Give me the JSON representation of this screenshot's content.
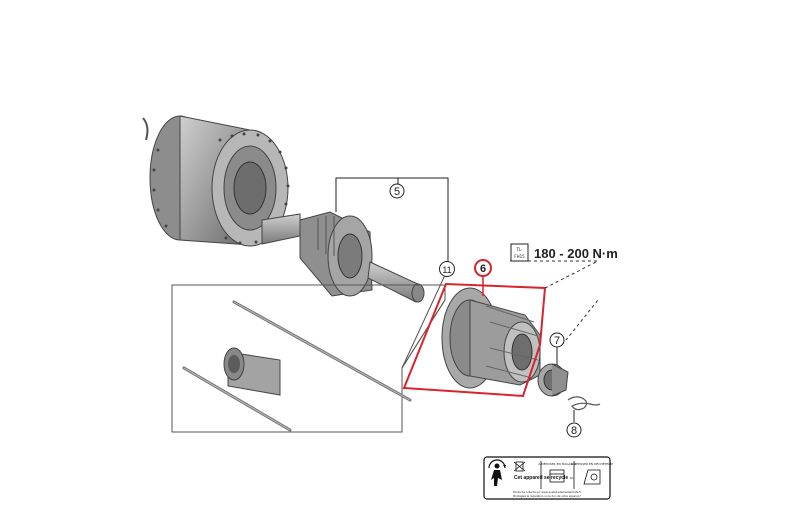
{
  "callouts": [
    {
      "id": "5",
      "label": "5"
    },
    {
      "id": "6",
      "label": "6",
      "highlight": true
    },
    {
      "id": "7",
      "label": "7"
    },
    {
      "id": "8",
      "label": "8"
    },
    {
      "id": "11",
      "label": "11"
    }
  ],
  "torque": {
    "icon_label_top": "TL-",
    "icon_label_bottom": "FH15",
    "value": "180 - 200 N·m"
  },
  "recycle_badge": {
    "text_main": "Cet appareil se recycle",
    "icon": "triman-recycle-icon",
    "col1": "À DÉPOSER EN MAGASIN",
    "col2": "À DÉPOSER EN DÉCHÈTERIE",
    "or": "OU",
    "footer": "Points de collecte sur www.quefairedemesdechets.fr",
    "footer2": "Privilégiez la réparation ou le don de votre appareil !"
  },
  "colors": {
    "highlight": "#d9232e",
    "part_fill": "#9a9a9a",
    "part_dark": "#6e6e6e",
    "part_light": "#c6c6c6",
    "line": "#222222"
  }
}
